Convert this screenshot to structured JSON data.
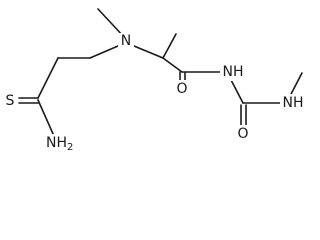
{
  "atoms": {
    "thioamide_s": "S",
    "thioamide_nh2": "NH2",
    "tertiary_n": "N",
    "amide_o": "O",
    "imide_nh": "NH",
    "urea_o": "O",
    "urea_nh": "NH"
  }
}
